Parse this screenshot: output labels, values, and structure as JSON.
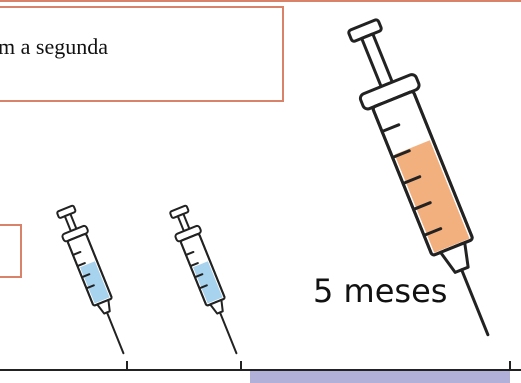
{
  "callout_top": {
    "text": "m a segunda"
  },
  "interval": {
    "label": "5 meses"
  },
  "colors": {
    "border": "#d9826a",
    "fluid_small": "#a7d3ee",
    "fluid_large": "#f2b07f",
    "interval_band": "#b0b0d8",
    "ink": "#222222"
  },
  "icons": [
    "syringe-icon-small-1",
    "syringe-icon-small-2",
    "syringe-icon-large"
  ]
}
